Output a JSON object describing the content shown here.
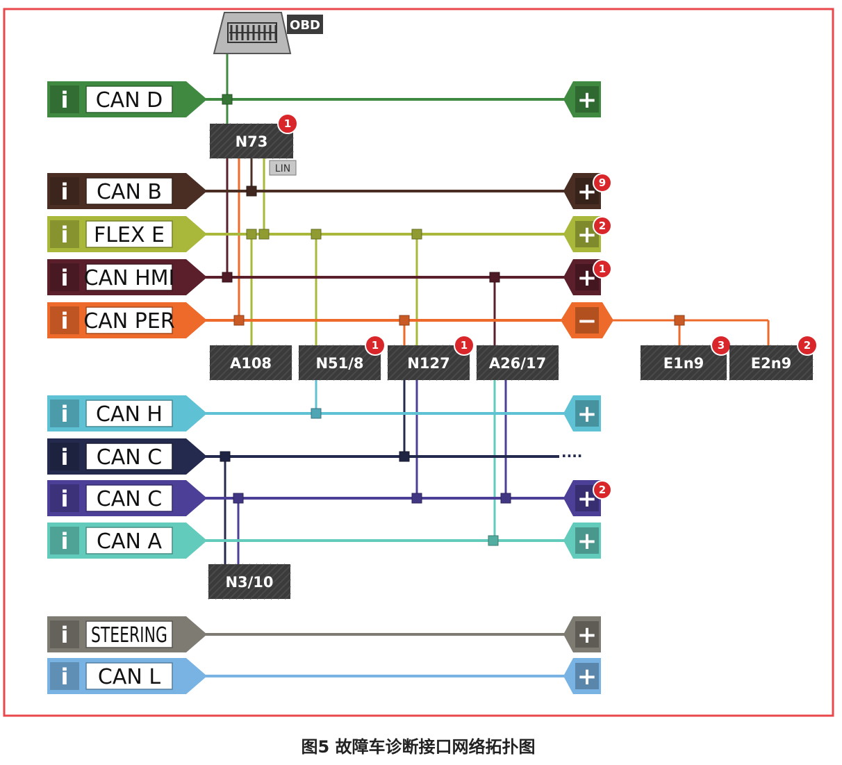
{
  "caption": "图5 故障车诊断接口网络拓扑图",
  "obd": {
    "label": "OBD",
    "icon": "obd-connector-icon"
  },
  "lin_label": "LIN",
  "info_glyph": "i",
  "plus_glyph": "+",
  "minus_glyph": "−",
  "more_glyph": "····",
  "buses": [
    {
      "id": "can-d",
      "label": "CAN D",
      "color": "#3f8a40",
      "end": "plus"
    },
    {
      "id": "can-b",
      "label": "CAN B",
      "color": "#4a2e24",
      "end": "plus",
      "badge": "9"
    },
    {
      "id": "flex-e",
      "label": "FLEX E",
      "color": "#a9b83a",
      "end": "plus",
      "badge": "2"
    },
    {
      "id": "can-hmi",
      "label": "CAN HMI",
      "color": "#5a1f2b",
      "end": "plus",
      "badge": "1"
    },
    {
      "id": "can-per",
      "label": "CAN PER",
      "color": "#ee6a2b",
      "end": "minus"
    },
    {
      "id": "can-h",
      "label": "CAN H",
      "color": "#5ec2d4",
      "end": "plus"
    },
    {
      "id": "can-c1",
      "label": "CAN C",
      "color": "#242a4e",
      "end": "more"
    },
    {
      "id": "can-c2",
      "label": "CAN C",
      "color": "#4b3f98",
      "end": "plus",
      "badge": "2"
    },
    {
      "id": "can-a",
      "label": "CAN A",
      "color": "#62cbbc",
      "end": "plus"
    },
    {
      "id": "steering",
      "label": "STEERING",
      "color": "#7e7b73",
      "end": "plus"
    },
    {
      "id": "can-l",
      "label": "CAN L",
      "color": "#78b3e4",
      "end": "plus"
    }
  ],
  "nodes": [
    {
      "id": "n73",
      "label": "N73",
      "badge": "1"
    },
    {
      "id": "a108",
      "label": "A108"
    },
    {
      "id": "n51-8",
      "label": "N51/8",
      "badge": "1"
    },
    {
      "id": "n127",
      "label": "N127",
      "badge": "1"
    },
    {
      "id": "a26-17",
      "label": "A26/17"
    },
    {
      "id": "e1n9",
      "label": "E1n9",
      "badge": "3"
    },
    {
      "id": "e2n9",
      "label": "E2n9",
      "badge": "2"
    },
    {
      "id": "n3-10",
      "label": "N3/10"
    }
  ],
  "colors": {
    "frame": "#e8484b",
    "node_fill": "#3b3b3b",
    "badge": "#d9262a",
    "obd_fill": "#b9b9b9",
    "obd_pins": "#333333"
  }
}
